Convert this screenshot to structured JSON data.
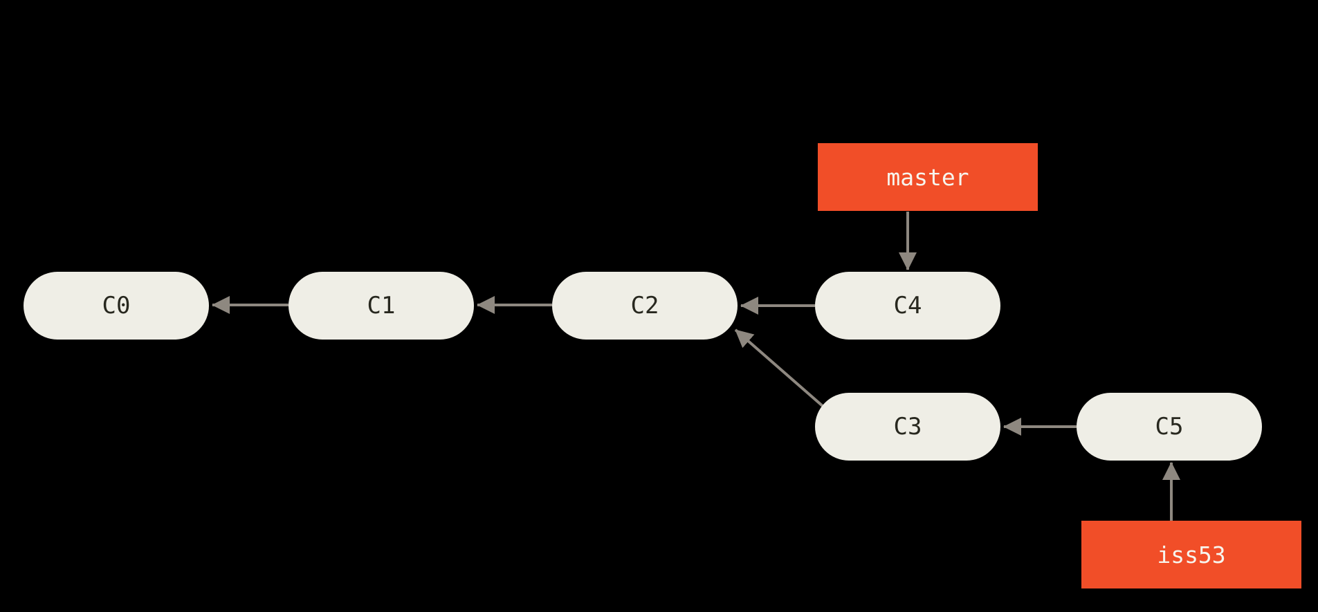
{
  "diagram": {
    "type": "git-commit-graph",
    "background_color": "#000000",
    "colors": {
      "commit_node_fill": "#EFEEE6",
      "commit_node_text": "#28281F",
      "branch_label_fill": "#F14E28",
      "branch_label_text": "#F7F5EE",
      "arrow": "#8E8880"
    },
    "commits": [
      {
        "id": "C0",
        "label": "C0",
        "parents": []
      },
      {
        "id": "C1",
        "label": "C1",
        "parents": [
          "C0"
        ]
      },
      {
        "id": "C2",
        "label": "C2",
        "parents": [
          "C1"
        ]
      },
      {
        "id": "C3",
        "label": "C3",
        "parents": [
          "C2"
        ]
      },
      {
        "id": "C4",
        "label": "C4",
        "parents": [
          "C2"
        ]
      },
      {
        "id": "C5",
        "label": "C5",
        "parents": [
          "C3"
        ]
      }
    ],
    "branches": [
      {
        "name": "master",
        "label": "master",
        "points_to": "C4"
      },
      {
        "name": "iss53",
        "label": "iss53",
        "points_to": "C5"
      }
    ],
    "edges": [
      {
        "from": "C1",
        "to": "C0",
        "kind": "parent"
      },
      {
        "from": "C2",
        "to": "C1",
        "kind": "parent"
      },
      {
        "from": "C4",
        "to": "C2",
        "kind": "parent"
      },
      {
        "from": "C3",
        "to": "C2",
        "kind": "parent"
      },
      {
        "from": "C5",
        "to": "C3",
        "kind": "parent"
      },
      {
        "from": "master",
        "to": "C4",
        "kind": "branch-pointer"
      },
      {
        "from": "iss53",
        "to": "C5",
        "kind": "branch-pointer"
      }
    ]
  }
}
